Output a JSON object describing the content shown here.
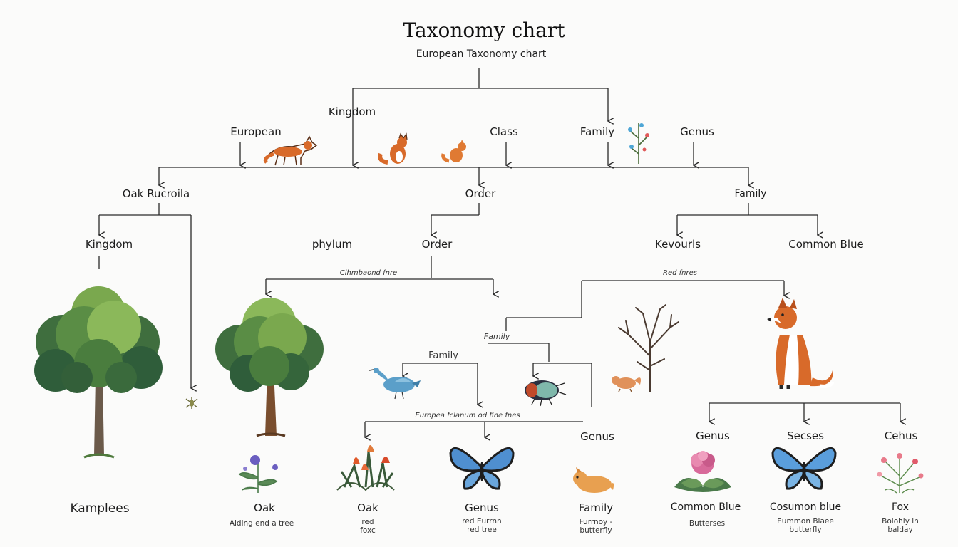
{
  "header": {
    "title": "Taxonomy chart",
    "subtitle": "European Taxonomy chart"
  },
  "top_row": {
    "kingdom": "Kingdom",
    "european": "European",
    "class": "Class",
    "family": "Family",
    "genus": "Genus"
  },
  "level2": {
    "left": "Oak Rucroila",
    "mid": "Order",
    "right": "Family"
  },
  "level3": {
    "kingdom": "Kingdom",
    "phylum": "phylum",
    "order": "Order",
    "kevourls": "Kevourls",
    "common_blue": "Common Blue"
  },
  "small_notes": {
    "mid_note": "Clhmbaond fnre",
    "right_note": "Red fnres",
    "family_upper": "Family",
    "family_lower": "Family",
    "bottom_note": "Europea fclanum od fine fnes"
  },
  "genus_mid": "Genus",
  "right_branch": {
    "genus": "Genus",
    "secses": "Secses",
    "cehus": "Cehus"
  },
  "bottom": {
    "kamplees": "Kamplees",
    "oak1": {
      "name": "Oak",
      "caption": "Aiding end a tree"
    },
    "oak2": {
      "name": "Oak",
      "caption": "red\nfoxc"
    },
    "genus": {
      "name": "Genus",
      "caption": "red Eurrnn\nred tree"
    },
    "family": {
      "name": "Family",
      "caption": "Furrnoy -\nbutterfly"
    },
    "common_blue": {
      "name": "Common Blue",
      "caption": "Butterses"
    },
    "cosumon_blue": {
      "name": "Cosumon blue",
      "caption": "Eummon Blaee\nbutterfly"
    },
    "fox": {
      "name": "Fox",
      "caption": "Bolohly in\nbalday"
    }
  },
  "icons": [
    "fox-icon",
    "tree-icon",
    "bird-icon",
    "beetle-icon",
    "butterfly-icon",
    "flower-icon",
    "squirrel-icon",
    "bare-tree-icon",
    "plant-icon"
  ],
  "colors": {
    "line": "#2a2a2a",
    "fox": "#d86a2a",
    "tree_dark": "#2f5d3a",
    "tree_light": "#7aa84e",
    "butterfly": "#4f8fd0",
    "bird": "#5b9fc9"
  }
}
